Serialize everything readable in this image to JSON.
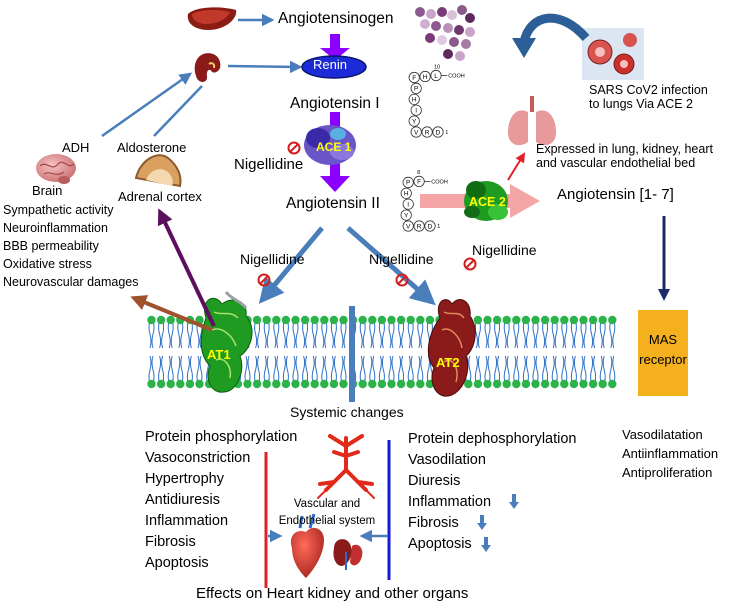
{
  "colors": {
    "arrow_blue": "#4a7ebb",
    "renin_fill": "#1b2bd6",
    "purple_arrow": "#8b00ff",
    "ace_green": "#1f9b22",
    "ace_label": "#ffff00",
    "mas_box": "#f5b01d",
    "red_line": "#e3202a",
    "navy_line": "#1a1ad4",
    "membrane_head": "#2bb34a",
    "inhibit_red": "#d41f1f",
    "pink_arrow": "#f4a6a6",
    "dark_navy_arrow": "#1f2a6b",
    "brown_arrow": "#a0522d",
    "dark_purple_arrow": "#5c0f5c"
  },
  "pathway": {
    "angiotensinogen": "Angiotensinogen",
    "renin": "Renin",
    "angiotensin_1": "Angiotensin I",
    "ace1": "ACE 1",
    "angiotensin_2": "Angiotensin II",
    "ace2": "ACE 2",
    "angiotensin_1_7": "Angiotensin [1- 7]"
  },
  "inhibitor": "Nigellidine",
  "sars": {
    "line1": "SARS CoV2 infection",
    "line2": "to lungs Via ACE 2"
  },
  "expression": {
    "line1": "Expressed in lung, kidney, heart",
    "line2": "and vascular endothelial bed"
  },
  "hormones": {
    "adh": "ADH",
    "aldosterone": "Aldosterone",
    "brain": "Brain",
    "adrenal_cortex": "Adrenal cortex"
  },
  "brain_effects": [
    "Sympathetic activity",
    "Neuroinflammation",
    "BBB permeability",
    "Oxidative stress",
    "Neurovascular damages"
  ],
  "receptors": {
    "at1": "AT1",
    "at2": "AT2",
    "mas_line1": "MAS",
    "mas_line2": "receptor"
  },
  "systemic_changes": "Systemic changes",
  "at1_effects": [
    "Protein phosphorylation",
    "Vasoconstriction",
    "Hypertrophy",
    "Antidiuresis",
    "Inflammation",
    "Fibrosis",
    "Apoptosis"
  ],
  "at2_effects": [
    "Protein dephosphorylation",
    "Vasodilation",
    "Diuresis",
    "Inflammation",
    "Fibrosis",
    "Apoptosis"
  ],
  "mas_effects": [
    "Vasodilatation",
    "Antiinflammation",
    "Antiproliferation"
  ],
  "vascular": {
    "line1": "Vascular and",
    "line2": "Endothelial system"
  },
  "footer": "Effects on Heart kidney and other organs",
  "peptide_1": {
    "residues": [
      "D",
      "R",
      "V",
      "Y",
      "I",
      "H",
      "P",
      "F",
      "H",
      "L"
    ],
    "end_label": "COOH",
    "num_start": "1",
    "num_end": "10"
  },
  "peptide_2": {
    "residues": [
      "D",
      "R",
      "V",
      "Y",
      "I",
      "H",
      "P",
      "F"
    ],
    "end_label": "COOH",
    "num_start": "1",
    "num_end": "8"
  }
}
